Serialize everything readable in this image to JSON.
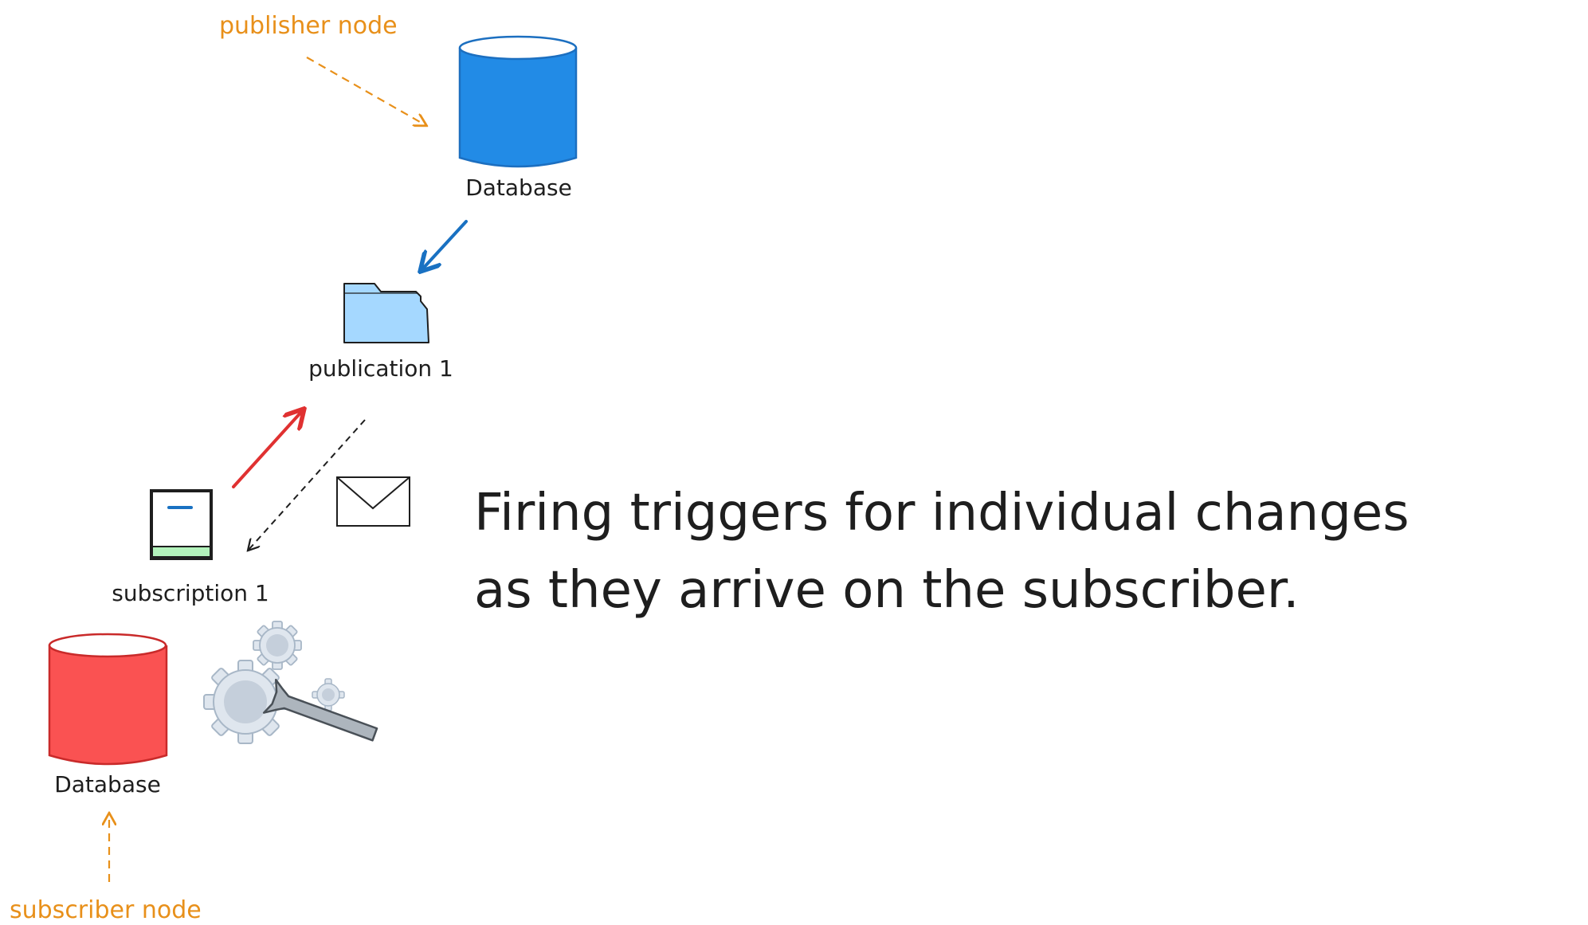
{
  "labels": {
    "publisher_node": "publisher node",
    "subscriber_node": "subscriber node",
    "publisher_database": "Database",
    "publication": "publication 1",
    "subscription": "subscription 1",
    "subscriber_database": "Database"
  },
  "caption": {
    "line1": "Firing triggers for individual changes",
    "line2": "as they arrive on the subscriber."
  },
  "icons": {
    "publisher_database": "database-icon",
    "publication": "folder-icon",
    "subscription": "subscription-icon",
    "message": "envelope-icon",
    "subscriber_database": "database-icon",
    "trigger": "gears-wrench-icon"
  },
  "colors": {
    "annotation": "#e8901a",
    "publisher_db": "#228be6",
    "publisher_arrow": "#1971c2",
    "publication_folder": "#a5d8ff",
    "subscription_arrow": "#e03131",
    "subscriber_db": "#fa5252",
    "subscription_bar": "#b2f2bb",
    "text": "#1e1e1e"
  }
}
